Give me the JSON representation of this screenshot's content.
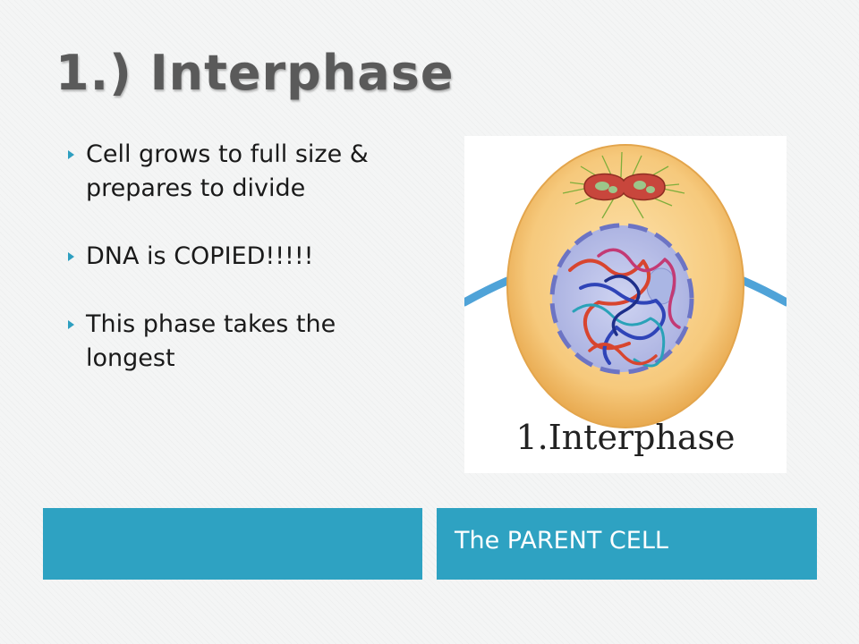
{
  "slide": {
    "title": "1.)  Interphase",
    "bullets": [
      "Cell grows to full size & prepares to divide",
      "DNA is COPIED!!!!!",
      "This phase takes the longest"
    ],
    "figure": {
      "label": "1.Interphase",
      "colors": {
        "cytoplasm": "#f6c97c",
        "nucleus": "#b9bfe8",
        "centrosome": "#c8463c",
        "connector": "#4fa3d8"
      }
    },
    "caption": "The PARENT CELL",
    "colors": {
      "accent": "#2ea2c2",
      "title": "#5a5a5a"
    }
  }
}
